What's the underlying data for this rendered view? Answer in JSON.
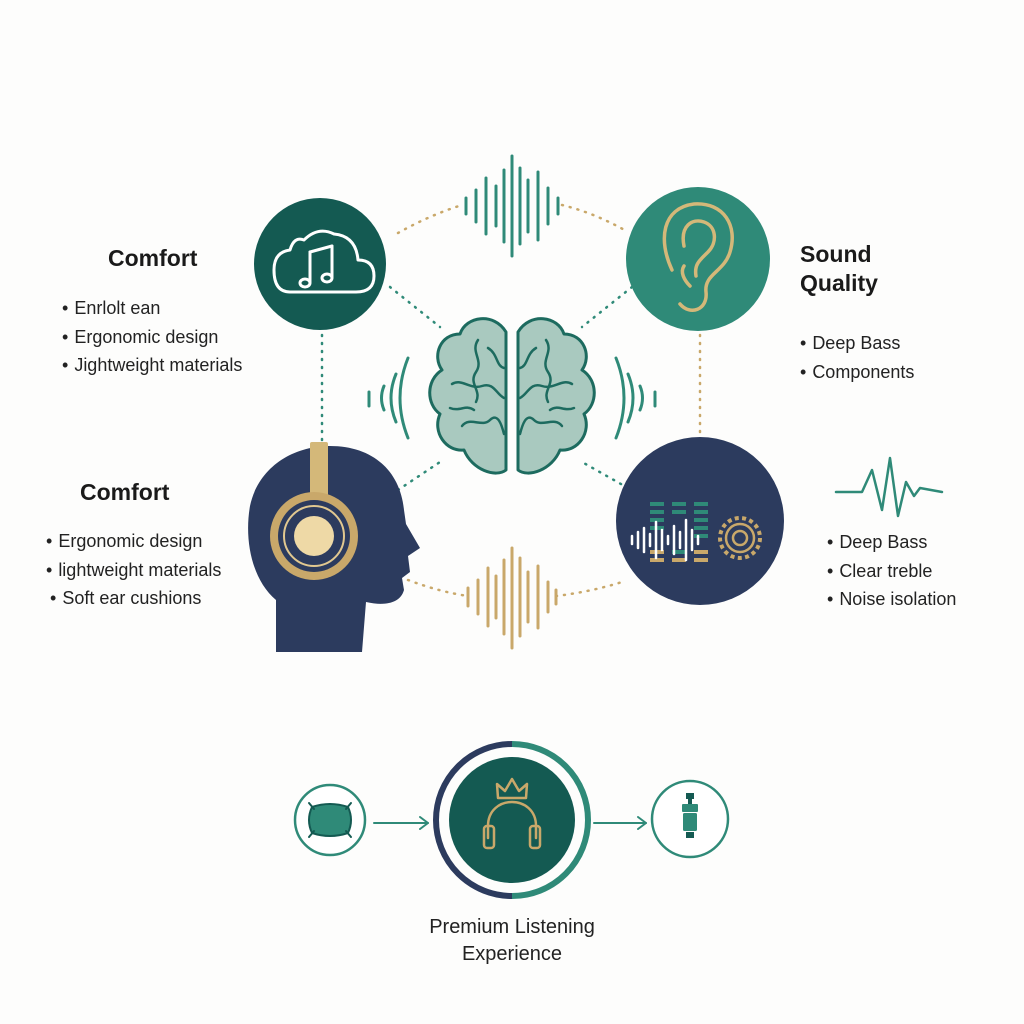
{
  "colors": {
    "teal_dark": "#145a52",
    "teal": "#2f8a78",
    "navy": "#2c3b5e",
    "gold": "#c9a86a",
    "brain_fill": "#a9c9bf",
    "brain_line": "#1d6b5f"
  },
  "icons": [
    "cloud-music-icon",
    "ear-icon",
    "brain-icon",
    "headphones-head-icon",
    "equalizer-icon",
    "heartbeat-icon",
    "pillow-icon",
    "crowned-headphones-icon",
    "audio-jack-icon"
  ],
  "top_left": {
    "heading": "Comfort",
    "items": [
      "Enrlolt ean",
      "Ergonomic design",
      "Jightweight materials"
    ]
  },
  "top_right": {
    "heading_line1": "Sound",
    "heading_line2": "Quality",
    "items": [
      "Deep Bass",
      "Components"
    ]
  },
  "mid_left": {
    "heading": "Comfort",
    "items": [
      "Ergonomic design",
      "lightweight materials",
      "Soft ear cushions"
    ]
  },
  "mid_right": {
    "items": [
      "Deep Bass",
      "Clear treble",
      "Noise isolation"
    ]
  },
  "bottom": {
    "caption_line1": "Premium Listening",
    "caption_line2": "Experience"
  }
}
